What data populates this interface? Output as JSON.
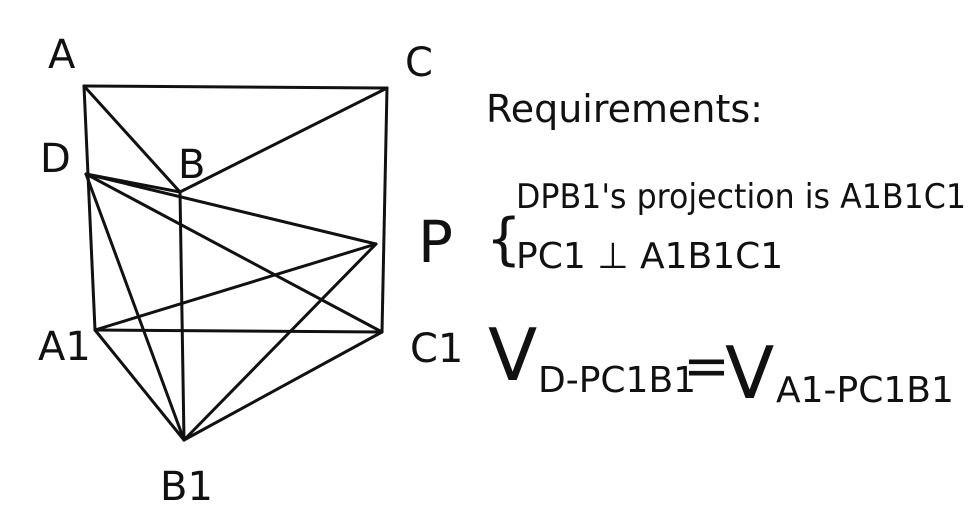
{
  "diagram": {
    "vertices": [
      {
        "id": "A",
        "label": "A"
      },
      {
        "id": "C",
        "label": "C"
      },
      {
        "id": "D",
        "label": "D"
      },
      {
        "id": "B",
        "label": "B"
      },
      {
        "id": "P",
        "label": "P"
      },
      {
        "id": "A1",
        "label": "A1"
      },
      {
        "id": "C1",
        "label": "C1"
      },
      {
        "id": "B1",
        "label": "B1"
      }
    ],
    "edges": [
      [
        "A",
        "C"
      ],
      [
        "A",
        "B"
      ],
      [
        "B",
        "C"
      ],
      [
        "A",
        "A1"
      ],
      [
        "C",
        "C1"
      ],
      [
        "B",
        "B1"
      ],
      [
        "A1",
        "C1"
      ],
      [
        "A1",
        "B1"
      ],
      [
        "B1",
        "C1"
      ],
      [
        "D",
        "P"
      ],
      [
        "D",
        "C1"
      ],
      [
        "D",
        "B1"
      ],
      [
        "P",
        "A1"
      ],
      [
        "P",
        "B1"
      ],
      [
        "D",
        "B"
      ]
    ]
  },
  "notes": {
    "heading": "Requirements:",
    "condition1": "DPB1's projection is A1B1C1",
    "condition2": "PC1 ⊥ A1B1C1",
    "equation_lhs": "V",
    "equation_lhs_sub": "D-PC1B1",
    "equation_eq": "=",
    "equation_rhs": "V",
    "equation_rhs_sub": "A1-PC1B1"
  }
}
